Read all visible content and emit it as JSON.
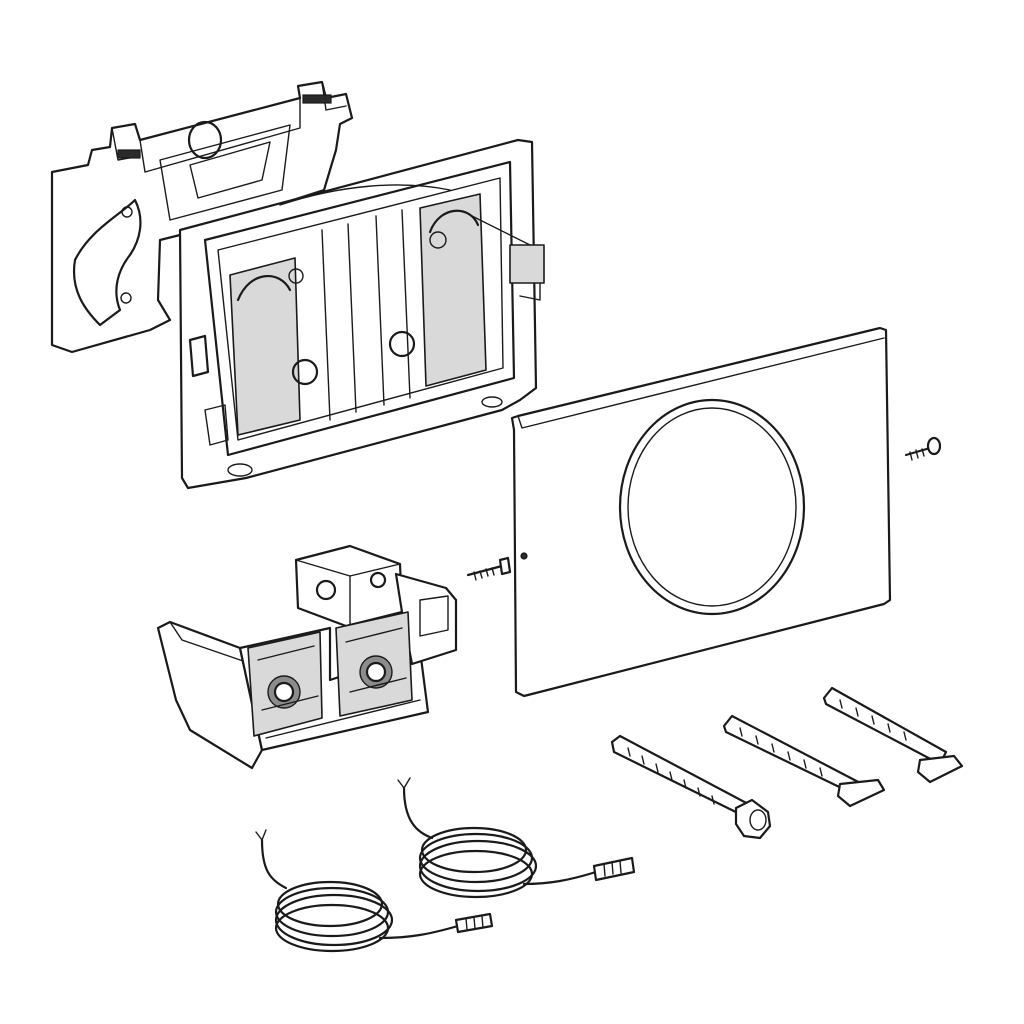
{
  "diagram": {
    "kind": "exploded-parts-view",
    "parts": [
      {
        "id": "mounting-frame",
        "icon": "mounting-frame-icon"
      },
      {
        "id": "base-frame",
        "icon": "base-frame-icon"
      },
      {
        "id": "cover-plate",
        "icon": "cover-plate-icon"
      },
      {
        "id": "screw-left",
        "icon": "screw-icon"
      },
      {
        "id": "screw-right",
        "icon": "screw-icon"
      },
      {
        "id": "actuator-module",
        "icon": "actuator-module-icon"
      },
      {
        "id": "cable-1",
        "icon": "cable-coil-icon"
      },
      {
        "id": "cable-2",
        "icon": "cable-coil-icon"
      },
      {
        "id": "actuation-rod-1",
        "icon": "rod-icon"
      },
      {
        "id": "actuation-rod-2",
        "icon": "rod-icon"
      },
      {
        "id": "actuation-rod-3",
        "icon": "rod-icon"
      }
    ],
    "colors": {
      "line": "#1a1a1a",
      "background": "#ffffff",
      "shade": "#d9d9d9",
      "dark_shade": "#8c8c8c"
    }
  }
}
